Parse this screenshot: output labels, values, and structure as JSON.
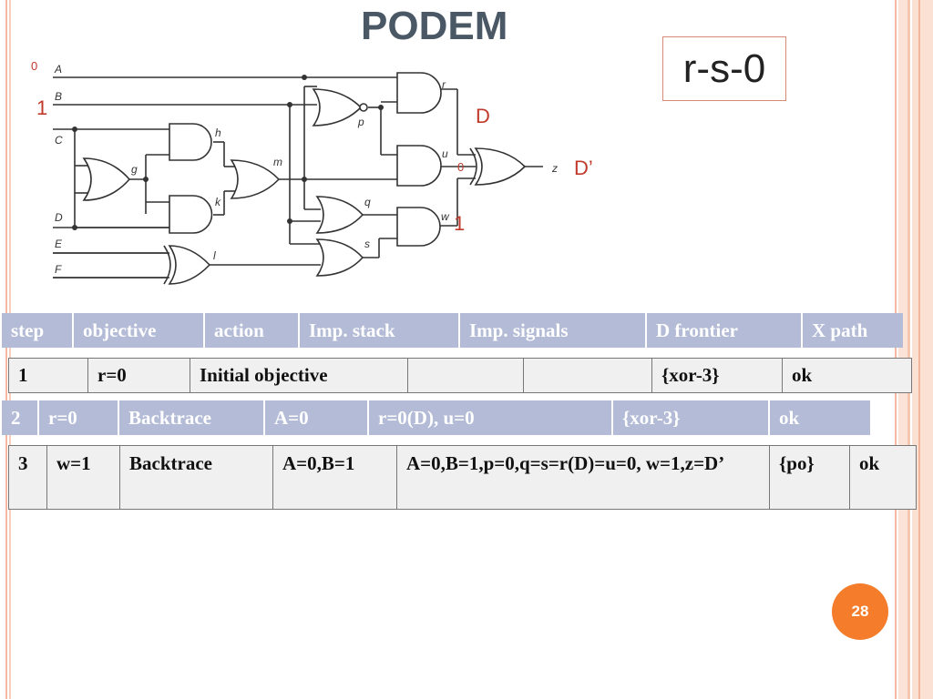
{
  "slide": {
    "title": "PODEM",
    "fault": "r-s-0",
    "page_number": "28"
  },
  "circuit": {
    "inputs": [
      "A",
      "B",
      "C",
      "D",
      "E",
      "F"
    ],
    "signals": [
      "r",
      "p",
      "h",
      "g",
      "m",
      "u",
      "z",
      "k",
      "q",
      "w",
      "s",
      "l"
    ],
    "annotations": {
      "a_value": "0",
      "b_value": "1",
      "r_value": "D",
      "u_value": "0",
      "z_value": "D’",
      "w_value": "1"
    },
    "colors": {
      "annotation": "#c0392b",
      "wire": "#333333",
      "gate_fill": "#ffffff"
    }
  },
  "table": {
    "header": [
      "step",
      "objective",
      "action",
      "Imp. stack",
      "Imp. signals",
      "D frontier",
      "X path"
    ],
    "row1": [
      "1",
      "r=0",
      "Initial objective",
      "",
      "",
      "{xor-3}",
      "ok"
    ],
    "row2": [
      "2",
      "r=0",
      "Backtrace",
      "A=0",
      "r=0(D), u=0",
      "{xor-3}",
      "ok"
    ],
    "row3": [
      "3",
      "w=1",
      "Backtrace",
      "A=0,B=1",
      "A=0,B=1,p=0,q=s=r(D)=u=0, w=1,z=D’",
      "{po}",
      "ok"
    ]
  },
  "colors": {
    "header_bg": "#b3bbd6",
    "title": "#4a5866",
    "page_badge": "#f47c2a"
  }
}
